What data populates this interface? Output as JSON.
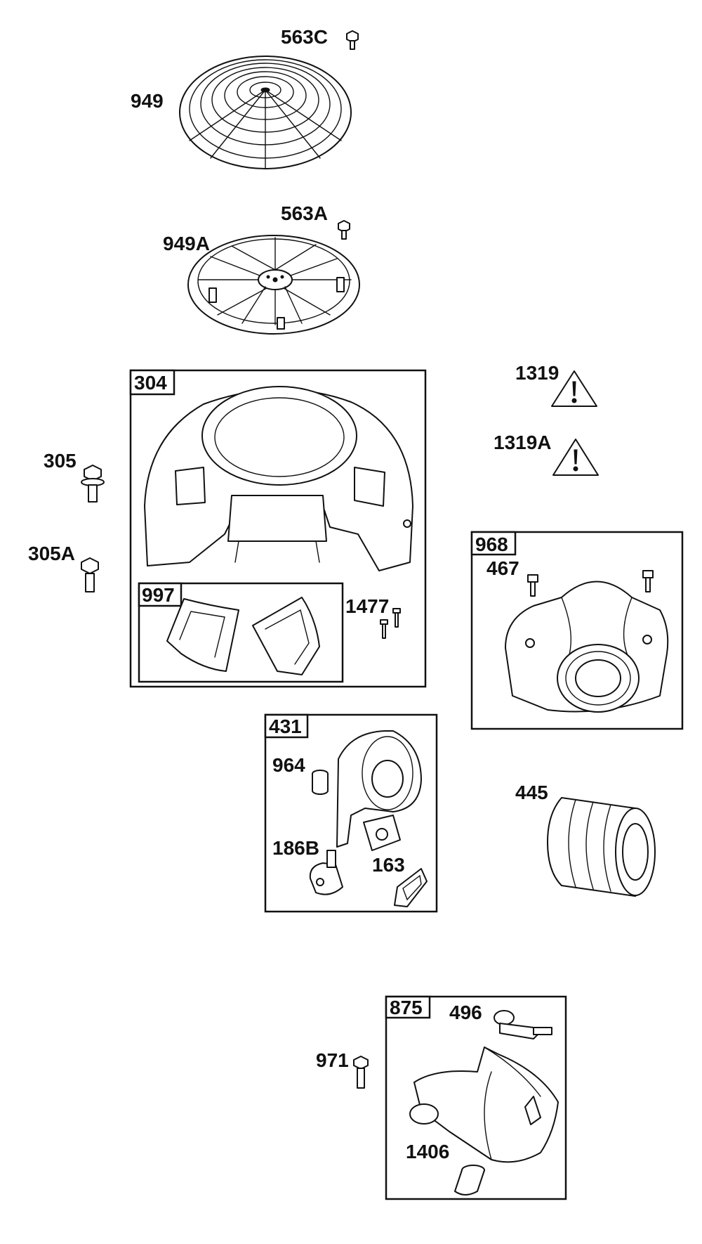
{
  "parts": [
    {
      "id": "563C",
      "label": "563C"
    },
    {
      "id": "949",
      "label": "949"
    },
    {
      "id": "563A",
      "label": "563A"
    },
    {
      "id": "949A",
      "label": "949A"
    },
    {
      "id": "304",
      "label": "304"
    },
    {
      "id": "305",
      "label": "305"
    },
    {
      "id": "305A",
      "label": "305A"
    },
    {
      "id": "997",
      "label": "997"
    },
    {
      "id": "1477",
      "label": "1477"
    },
    {
      "id": "1319",
      "label": "1319"
    },
    {
      "id": "1319A",
      "label": "1319A"
    },
    {
      "id": "968",
      "label": "968"
    },
    {
      "id": "467",
      "label": "467"
    },
    {
      "id": "431",
      "label": "431"
    },
    {
      "id": "964",
      "label": "964"
    },
    {
      "id": "186B",
      "label": "186B"
    },
    {
      "id": "163",
      "label": "163"
    },
    {
      "id": "445",
      "label": "445"
    },
    {
      "id": "875",
      "label": "875"
    },
    {
      "id": "496",
      "label": "496"
    },
    {
      "id": "971",
      "label": "971"
    },
    {
      "id": "1406",
      "label": "1406"
    }
  ]
}
